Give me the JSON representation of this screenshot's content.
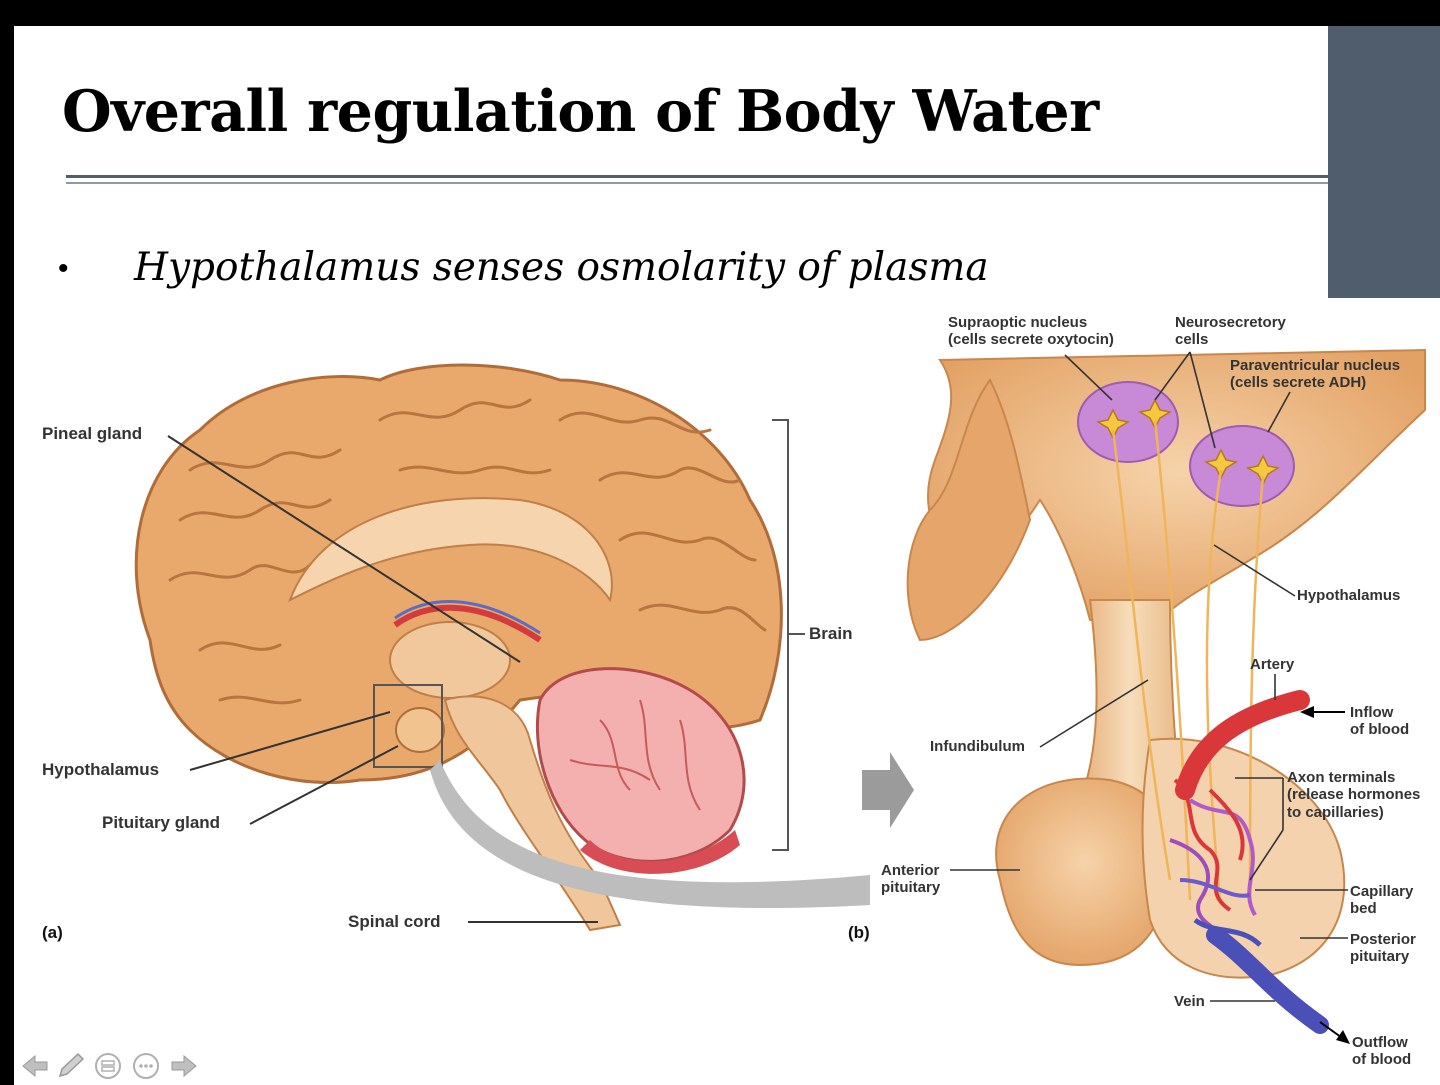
{
  "slide": {
    "title": "Overall regulation of Body Water",
    "bullet_marker": "•",
    "bullet_text": "Hypothalamus senses osmolarity of plasma"
  },
  "figure_a": {
    "panel_label": "(a)",
    "labels": {
      "pineal_gland": "Pineal gland",
      "hypothalamus": "Hypothalamus",
      "pituitary_gland": "Pituitary gland",
      "spinal_cord": "Spinal cord",
      "brain": "Brain"
    }
  },
  "figure_b": {
    "panel_label": "(b)",
    "labels": {
      "supraoptic_line1": "Supraoptic nucleus",
      "supraoptic_line2": "(cells secrete oxytocin)",
      "neurosecretory_line1": "Neurosecretory",
      "neurosecretory_line2": "cells",
      "paraventricular_line1": "Paraventricular nucleus",
      "paraventricular_line2": "(cells secrete ADH)",
      "hypothalamus": "Hypothalamus",
      "artery": "Artery",
      "inflow_line1": "Inflow",
      "inflow_line2": "of blood",
      "infundibulum": "Infundibulum",
      "axon_line1": "Axon terminals",
      "axon_line2": "(release hormones",
      "axon_line3": "to capillaries)",
      "anterior_line1": "Anterior",
      "anterior_line2": "pituitary",
      "capillary_line1": "Capillary",
      "capillary_line2": "bed",
      "posterior_line1": "Posterior",
      "posterior_line2": "pituitary",
      "vein": "Vein",
      "outflow_line1": "Outflow",
      "outflow_line2": "of blood"
    }
  },
  "colors": {
    "accent": "#4f5d6c",
    "brain_tan": "#e9a86c",
    "cerebellum_pink": "#f3b0ae",
    "artery_red": "#d9373a",
    "vein_blue": "#4b4fb8",
    "nucleus_purple": "#c88ad6"
  },
  "nav_icons": [
    "arrow-left-icon",
    "pen-icon",
    "slides-icon",
    "more-icon",
    "arrow-right-icon"
  ]
}
